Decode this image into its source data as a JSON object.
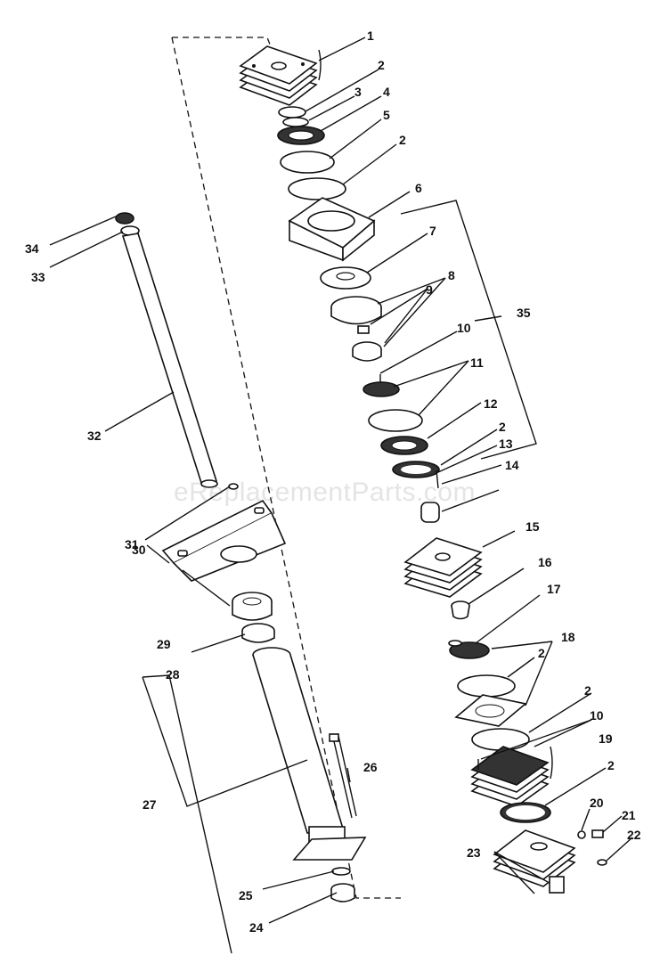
{
  "watermark": "eReplacementParts.com",
  "callouts": {
    "c1": "1",
    "c2a": "2",
    "c3": "3",
    "c4": "4",
    "c5": "5",
    "c2b": "2",
    "c6": "6",
    "c7": "7",
    "c8": "8",
    "c9": "9",
    "c35": "35",
    "c10a": "10",
    "c11": "11",
    "c12": "12",
    "c2c": "2",
    "c13": "13",
    "c14": "14",
    "c34": "34",
    "c33": "33",
    "c32": "32",
    "c31": "31",
    "c30": "30",
    "c15": "15",
    "c16": "16",
    "c17": "17",
    "c18": "18",
    "c2d": "2",
    "c2e": "2",
    "c10b": "10",
    "c19": "19",
    "c2f": "2",
    "c29": "29",
    "c28": "28",
    "c27": "27",
    "c26": "26",
    "c20": "20",
    "c21": "21",
    "c22": "22",
    "c23": "23",
    "c25": "25",
    "c24": "24"
  }
}
